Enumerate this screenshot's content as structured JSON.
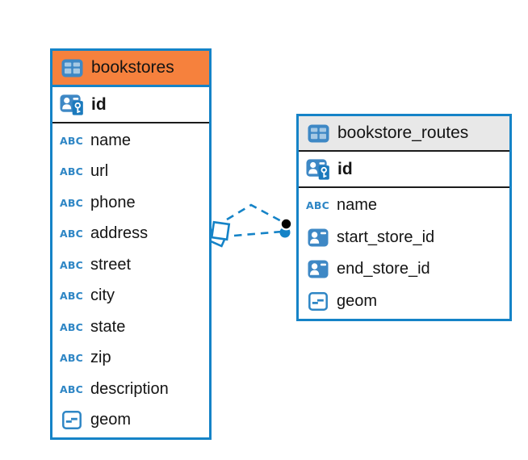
{
  "diagram": {
    "tables": [
      {
        "name": "bookstores",
        "header_color": "#F6813D",
        "primary_key": "id",
        "columns": [
          {
            "label": "name",
            "icon": "text-abc-icon"
          },
          {
            "label": "url",
            "icon": "text-abc-icon"
          },
          {
            "label": "phone",
            "icon": "text-abc-icon"
          },
          {
            "label": "address",
            "icon": "text-abc-icon"
          },
          {
            "label": "street",
            "icon": "text-abc-icon"
          },
          {
            "label": "city",
            "icon": "text-abc-icon"
          },
          {
            "label": "state",
            "icon": "text-abc-icon"
          },
          {
            "label": "zip",
            "icon": "text-abc-icon"
          },
          {
            "label": "description",
            "icon": "text-abc-icon"
          },
          {
            "label": "geom",
            "icon": "geometry-icon"
          }
        ]
      },
      {
        "name": "bookstore_routes",
        "header_color": "#E8E8E8",
        "primary_key": "id",
        "columns": [
          {
            "label": "name",
            "icon": "text-abc-icon"
          },
          {
            "label": "start_store_id",
            "icon": "foreign-key-icon"
          },
          {
            "label": "end_store_id",
            "icon": "foreign-key-icon"
          },
          {
            "label": "geom",
            "icon": "geometry-icon"
          }
        ]
      }
    ],
    "icons": {
      "text_label": "ABC"
    },
    "connection": {
      "style": "dashed",
      "color": "#1583C7",
      "left_marker": "double-diamond",
      "right_marker": "double-dot",
      "dot_colors": [
        "#000000",
        "#1583C7"
      ]
    },
    "colors": {
      "table_border": "#1583C7",
      "bookstores_header": "#F6813D",
      "routes_header": "#E8E8E8"
    }
  }
}
